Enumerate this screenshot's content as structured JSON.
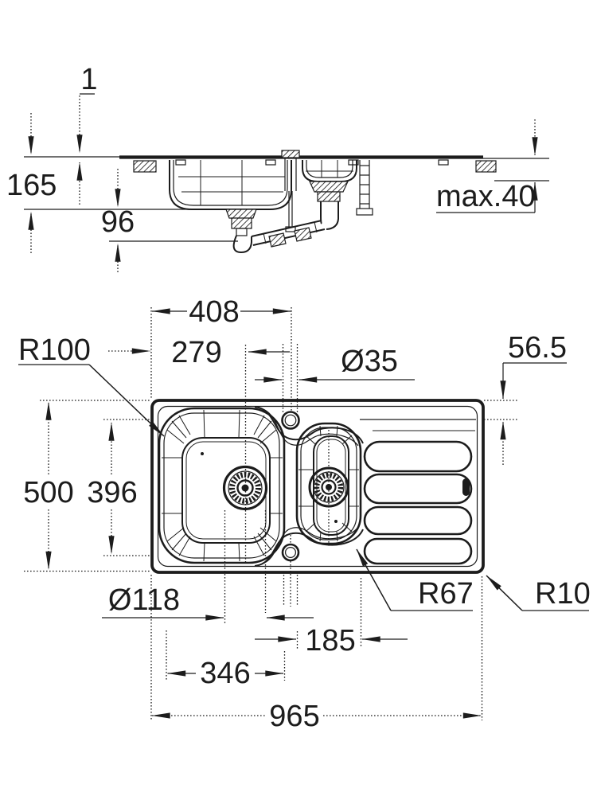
{
  "drawing_type": "sink technical dimension drawing",
  "side_view": {
    "labels": {
      "rim_height": "1",
      "install_height": "165",
      "trap_clearance": "96",
      "max_counter_thickness": "max.40"
    }
  },
  "plan_view": {
    "labels": {
      "tap_center_from_left": "408",
      "drain_center_from_left": "279",
      "tap_hole_diameter": "Ø35",
      "edge_ledge": "56.5",
      "bowl_corner_radius": "R100",
      "overall_width": "500",
      "bowl_width": "396",
      "drain_diameter": "Ø118",
      "waste_corner_radius": "R67",
      "outer_corner_radius": "R10",
      "tap_to_small_bowl_edge": "185",
      "bowl_length": "346",
      "overall_length": "965"
    }
  },
  "colors": {
    "line": "#1c1c1c",
    "background": "#ffffff"
  }
}
